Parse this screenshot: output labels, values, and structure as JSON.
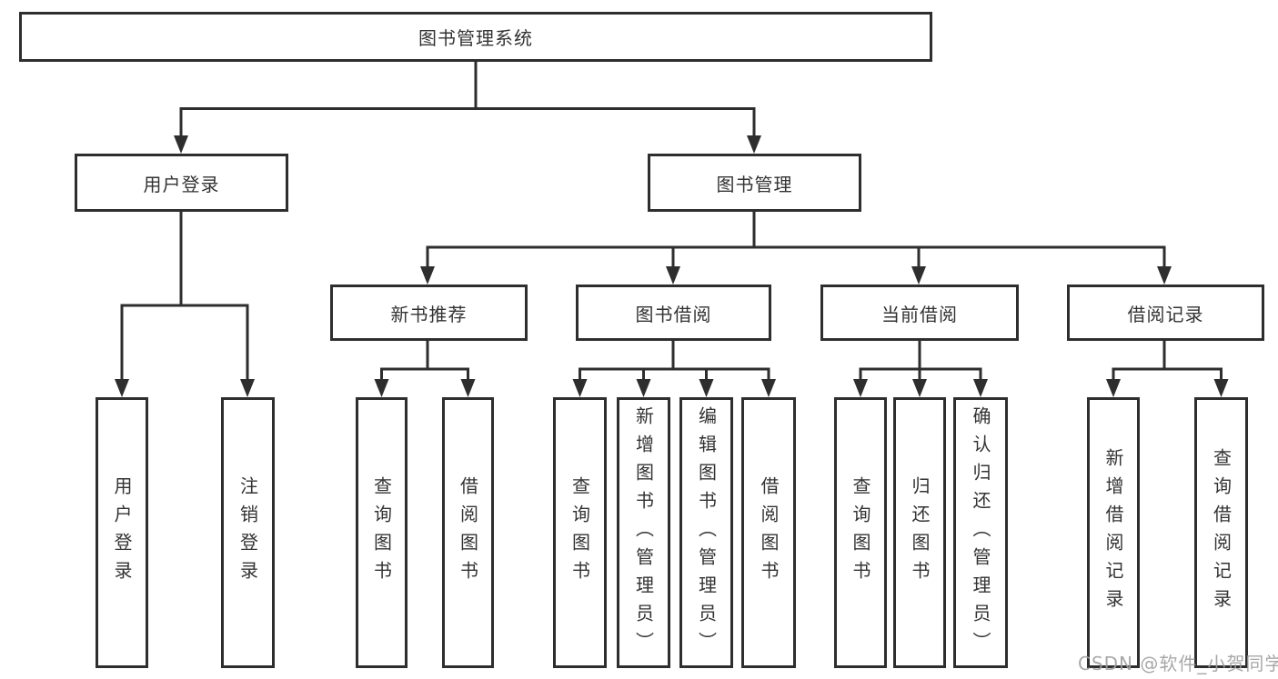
{
  "diagram": {
    "title": "图书管理系统",
    "branches": {
      "user_login": {
        "label": "用户登录",
        "children": [
          "用户登录",
          "注销登录"
        ]
      },
      "book_management": {
        "label": "图书管理",
        "sections": [
          {
            "label": "新书推荐",
            "children": [
              "查询图书",
              "借阅图书"
            ]
          },
          {
            "label": "图书借阅",
            "children": [
              "查询图书",
              "新增图书（管理员）",
              "编辑图书（管理员）",
              "借阅图书"
            ]
          },
          {
            "label": "当前借阅",
            "children": [
              "查询图书",
              "归还图书",
              "确认归还（管理员）"
            ]
          },
          {
            "label": "借阅记录",
            "children": [
              "新增借阅记录",
              "查询借阅记录"
            ]
          }
        ]
      }
    }
  },
  "watermark": {
    "text": "CSDN @软件_小贺同学"
  },
  "colors": {
    "line": "#2e2e2e",
    "text": "#333333",
    "watermark": "#9e9e9e",
    "background": "#ffffff"
  }
}
